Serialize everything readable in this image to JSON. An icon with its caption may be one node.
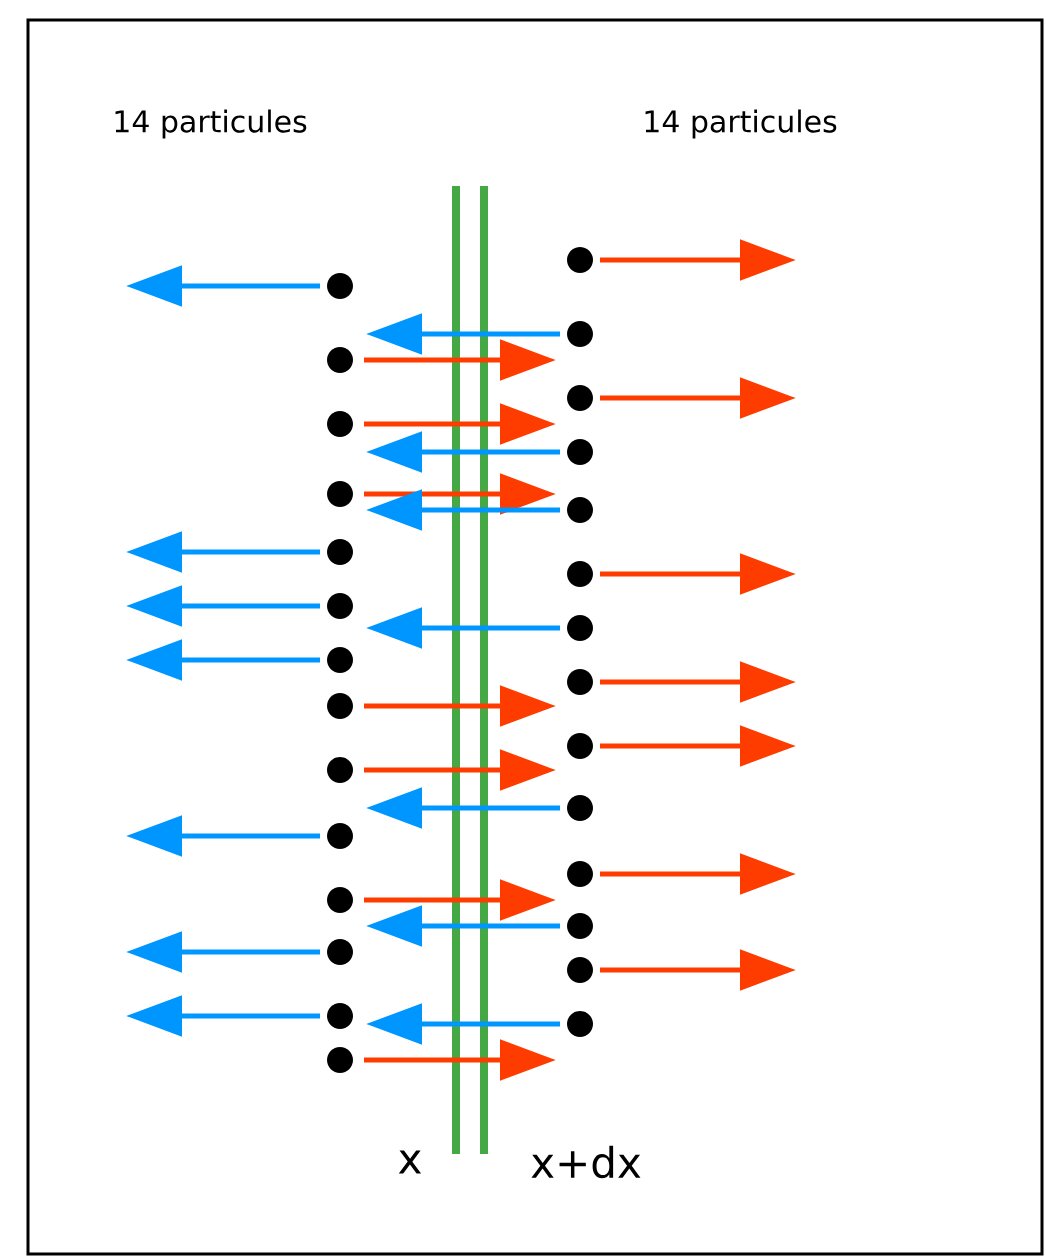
{
  "diagram": {
    "labels": [
      "14 particules",
      "14 particules",
      "x",
      "x+dx"
    ]
  }
}
